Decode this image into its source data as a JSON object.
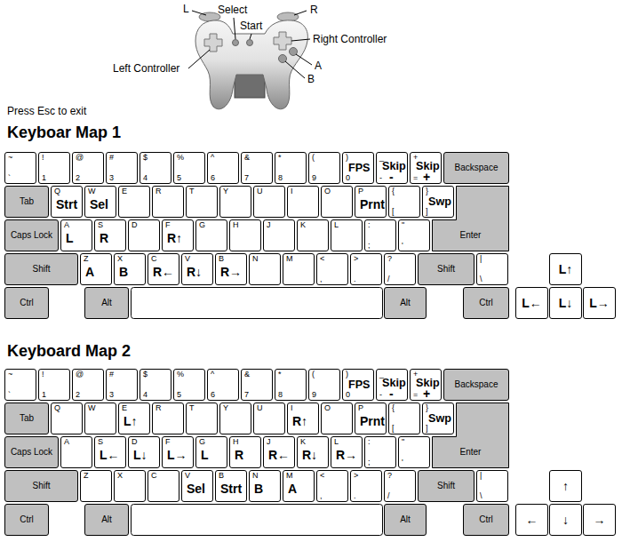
{
  "diagram": {
    "nodes": [
      {
        "text": [
          "~",
          "`"
        ]
      },
      {
        "text": [
          "!",
          "1"
        ]
      },
      {
        "text": [
          "@",
          "2"
        ]
      },
      {
        "text": [
          "#",
          "3"
        ]
      },
      {
        "text": [
          "$",
          "4"
        ]
      },
      {
        "text": [
          "%",
          "5"
        ]
      },
      {
        "text": [
          "^",
          "6"
        ]
      },
      {
        "text": [
          "&",
          "7"
        ]
      },
      {
        "text": [
          "*",
          "8"
        ]
      },
      {
        "text": [
          "(",
          "9"
        ]
      },
      {
        "text": [
          ")",
          "0",
          "FPS"
        ]
      },
      {
        "text": [
          "_",
          "-",
          "Skip",
          "-"
        ]
      },
      {
        "text": [
          "+",
          "=",
          "Skip",
          "+"
        ]
      },
      {
        "text": [
          "Backspace"
        ]
      },
      {
        "text": [
          "Tab"
        ]
      },
      {
        "text": [
          "Q",
          "Strt"
        ]
      },
      {
        "text": [
          "W",
          "Sel"
        ]
      },
      {
        "text": [
          "E"
        ]
      },
      {
        "text": [
          "R"
        ]
      },
      {
        "text": [
          "T"
        ]
      },
      {
        "text": [
          "Y"
        ]
      },
      {
        "text": [
          "U"
        ]
      },
      {
        "text": [
          "I"
        ]
      },
      {
        "text": [
          "O"
        ]
      },
      {
        "text": [
          "P",
          "Prnt"
        ]
      },
      {
        "text": [
          "{",
          "["
        ]
      },
      {
        "text": [
          "}",
          "]",
          "Swp"
        ]
      },
      {
        "text": [
          "Caps Lock"
        ]
      },
      {
        "text": [
          "A",
          "L"
        ]
      },
      {
        "text": [
          "S",
          "R"
        ]
      },
      {
        "text": [
          "D"
        ]
      },
      {
        "text": [
          "F",
          "R↑"
        ]
      },
      {
        "text": [
          "G"
        ]
      },
      {
        "text": [
          "H"
        ]
      },
      {
        "text": [
          "J"
        ]
      },
      {
        "text": [
          "K"
        ]
      },
      {
        "text": [
          "L"
        ]
      },
      {
        "text": [
          ":",
          ";"
        ]
      },
      {
        "text": [
          "\"",
          "'"
        ]
      },
      {
        "text": [
          "Enter"
        ]
      },
      {
        "text": [
          "Shift"
        ]
      },
      {
        "text": [
          "Z",
          "A"
        ]
      },
      {
        "text": [
          "X",
          "B"
        ]
      },
      {
        "text": [
          "C",
          "R←"
        ]
      },
      {
        "text": [
          "V",
          "R↓"
        ]
      },
      {
        "text": [
          "B",
          "R→"
        ]
      },
      {
        "text": [
          "N"
        ]
      },
      {
        "text": [
          "M"
        ]
      },
      {
        "text": [
          "<",
          ","
        ]
      },
      {
        "text": [
          ">",
          "."
        ]
      },
      {
        "text": [
          "?",
          "/"
        ]
      },
      {
        "text": [
          "Shift"
        ]
      },
      {
        "text": [
          "|",
          "\\"
        ]
      },
      {
        "text": [
          "L↑"
        ]
      },
      {
        "text": [
          "Ctrl"
        ]
      },
      {
        "text": [
          "Alt"
        ]
      },
      {
        "text": [
          "Alt"
        ]
      },
      {
        "text": [
          "Ctrl"
        ]
      },
      {
        "text": [
          "L←"
        ]
      },
      {
        "text": [
          "L↓"
        ]
      },
      {
        "text": [
          "L→"
        ]
      },
      {
        "text": [
          "~",
          "`"
        ]
      },
      {
        "text": [
          "!",
          "1"
        ]
      },
      {
        "text": [
          "@",
          "2"
        ]
      },
      {
        "text": [
          "#",
          "3"
        ]
      },
      {
        "text": [
          "$",
          "4"
        ]
      },
      {
        "text": [
          "%",
          "5"
        ]
      },
      {
        "text": [
          "^",
          "6"
        ]
      },
      {
        "text": [
          "&",
          "7"
        ]
      },
      {
        "text": [
          "*",
          "8"
        ]
      },
      {
        "text": [
          "(",
          "9"
        ]
      },
      {
        "text": [
          ")",
          "0",
          "FPS"
        ]
      },
      {
        "text": [
          "_",
          "-",
          "Skip",
          "-"
        ]
      },
      {
        "text": [
          "+",
          "=",
          "Skip",
          "+"
        ]
      },
      {
        "text": [
          "Backspace"
        ]
      },
      {
        "text": [
          "Tab"
        ]
      },
      {
        "text": [
          "Q"
        ]
      },
      {
        "text": [
          "W"
        ]
      },
      {
        "text": [
          "E",
          "L↑"
        ]
      },
      {
        "text": [
          "R"
        ]
      },
      {
        "text": [
          "T"
        ]
      },
      {
        "text": [
          "Y"
        ]
      },
      {
        "text": [
          "U"
        ]
      },
      {
        "text": [
          "I",
          "R↑"
        ]
      },
      {
        "text": [
          "O"
        ]
      },
      {
        "text": [
          "P",
          "Prnt"
        ]
      },
      {
        "text": [
          "{",
          "["
        ]
      },
      {
        "text": [
          "}",
          "]",
          "Swp"
        ]
      },
      {
        "text": [
          "Caps Lock"
        ]
      },
      {
        "text": [
          "A"
        ]
      },
      {
        "text": [
          "S",
          "L←"
        ]
      },
      {
        "text": [
          "D",
          "L↓"
        ]
      },
      {
        "text": [
          "F",
          "L→"
        ]
      },
      {
        "text": [
          "G",
          "L"
        ]
      },
      {
        "text": [
          "H",
          "R"
        ]
      },
      {
        "text": [
          "J",
          "R←"
        ]
      },
      {
        "text": [
          "K",
          "R↓"
        ]
      },
      {
        "text": [
          "L",
          "R→"
        ]
      },
      {
        "text": [
          ":",
          ";"
        ]
      },
      {
        "text": [
          "\"",
          "'"
        ]
      },
      {
        "text": [
          "Enter"
        ]
      },
      {
        "text": [
          "Shift"
        ]
      },
      {
        "text": [
          "Z"
        ]
      },
      {
        "text": [
          "X"
        ]
      },
      {
        "text": [
          "C"
        ]
      },
      {
        "text": [
          "V",
          "Sel"
        ]
      },
      {
        "text": [
          "B",
          "Strt"
        ]
      },
      {
        "text": [
          "N",
          "B"
        ]
      },
      {
        "text": [
          "M",
          "A"
        ]
      },
      {
        "text": [
          "<",
          ","
        ]
      },
      {
        "text": [
          ">",
          "."
        ]
      },
      {
        "text": [
          "?",
          "/"
        ]
      },
      {
        "text": [
          "Shift"
        ]
      },
      {
        "text": [
          "|",
          "\\"
        ]
      },
      {
        "text": [
          "↑"
        ]
      },
      {
        "text": [
          "Ctrl"
        ]
      },
      {
        "text": [
          "Alt"
        ]
      },
      {
        "text": [
          "Alt"
        ]
      },
      {
        "text": [
          "Ctrl"
        ]
      },
      {
        "text": [
          "←"
        ]
      },
      {
        "text": [
          "↓"
        ]
      },
      {
        "text": [
          "→"
        ]
      }
    ],
    "labels": [
      "L",
      "Select",
      "Start",
      "R",
      "Right Controller",
      "Left Controller",
      "A",
      "B",
      "Press Esc to exit",
      "Keyboar Map 1",
      "Keyboard Map 2"
    ]
  }
}
